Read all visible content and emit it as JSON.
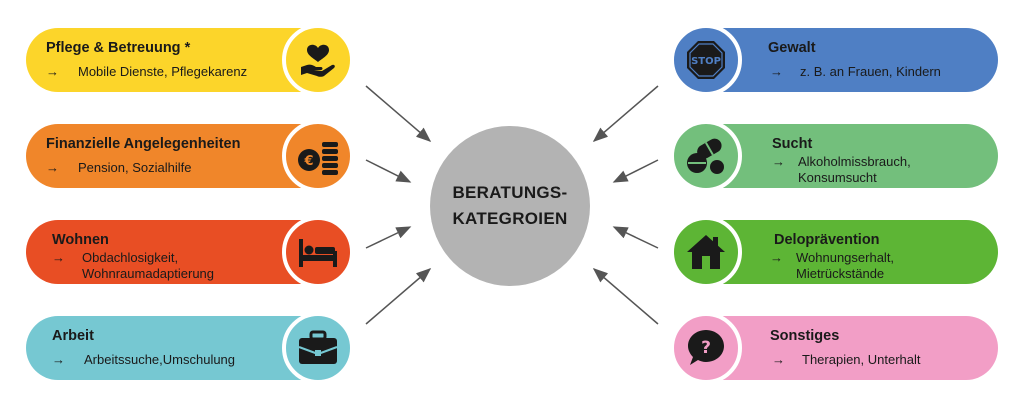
{
  "center": {
    "line1": "BERATUNGS-",
    "line2": "KATEGROIEN"
  },
  "arrow_symbol": "→",
  "categories": [
    {
      "id": "pflege",
      "title": "Pflege & Betreuung *",
      "lines": [
        "Mobile Dienste, Pflegekarenz"
      ],
      "color": "#fcd52a",
      "icon": "hand-heart-icon"
    },
    {
      "id": "finanzielle",
      "title": "Finanzielle Angelegenheiten",
      "lines": [
        "Pension, Sozialhilfe"
      ],
      "color": "#f0862a",
      "icon": "coins-euro-icon"
    },
    {
      "id": "wohnen",
      "title": "Wohnen",
      "lines": [
        "Obdachlosigkeit,",
        "Wohnraumadaptierung"
      ],
      "color": "#e84e24",
      "icon": "bed-icon"
    },
    {
      "id": "arbeit",
      "title": "Arbeit",
      "lines": [
        "Arbeitssuche,Umschulung"
      ],
      "color": "#76c8d2",
      "icon": "briefcase-icon"
    },
    {
      "id": "gewalt",
      "title": "Gewalt",
      "lines": [
        "z. B. an Frauen, Kindern"
      ],
      "color": "#4f7fc4",
      "icon": "stop-sign-icon",
      "icon_text": "STOP"
    },
    {
      "id": "sucht",
      "title": "Sucht",
      "lines": [
        "Alkoholmissbrauch,",
        "Konsumsucht"
      ],
      "color": "#73bf7c",
      "icon": "pills-icon"
    },
    {
      "id": "delopraevention",
      "title": "Deloprävention",
      "lines": [
        "Wohnungserhalt,",
        "Mietrückstände"
      ],
      "color": "#5db535",
      "icon": "house-icon"
    },
    {
      "id": "sonstiges",
      "title": "Sonstiges",
      "lines": [
        "Therapien, Unterhalt"
      ],
      "color": "#f29ec6",
      "icon": "question-bubble-icon",
      "icon_text": "?"
    }
  ]
}
